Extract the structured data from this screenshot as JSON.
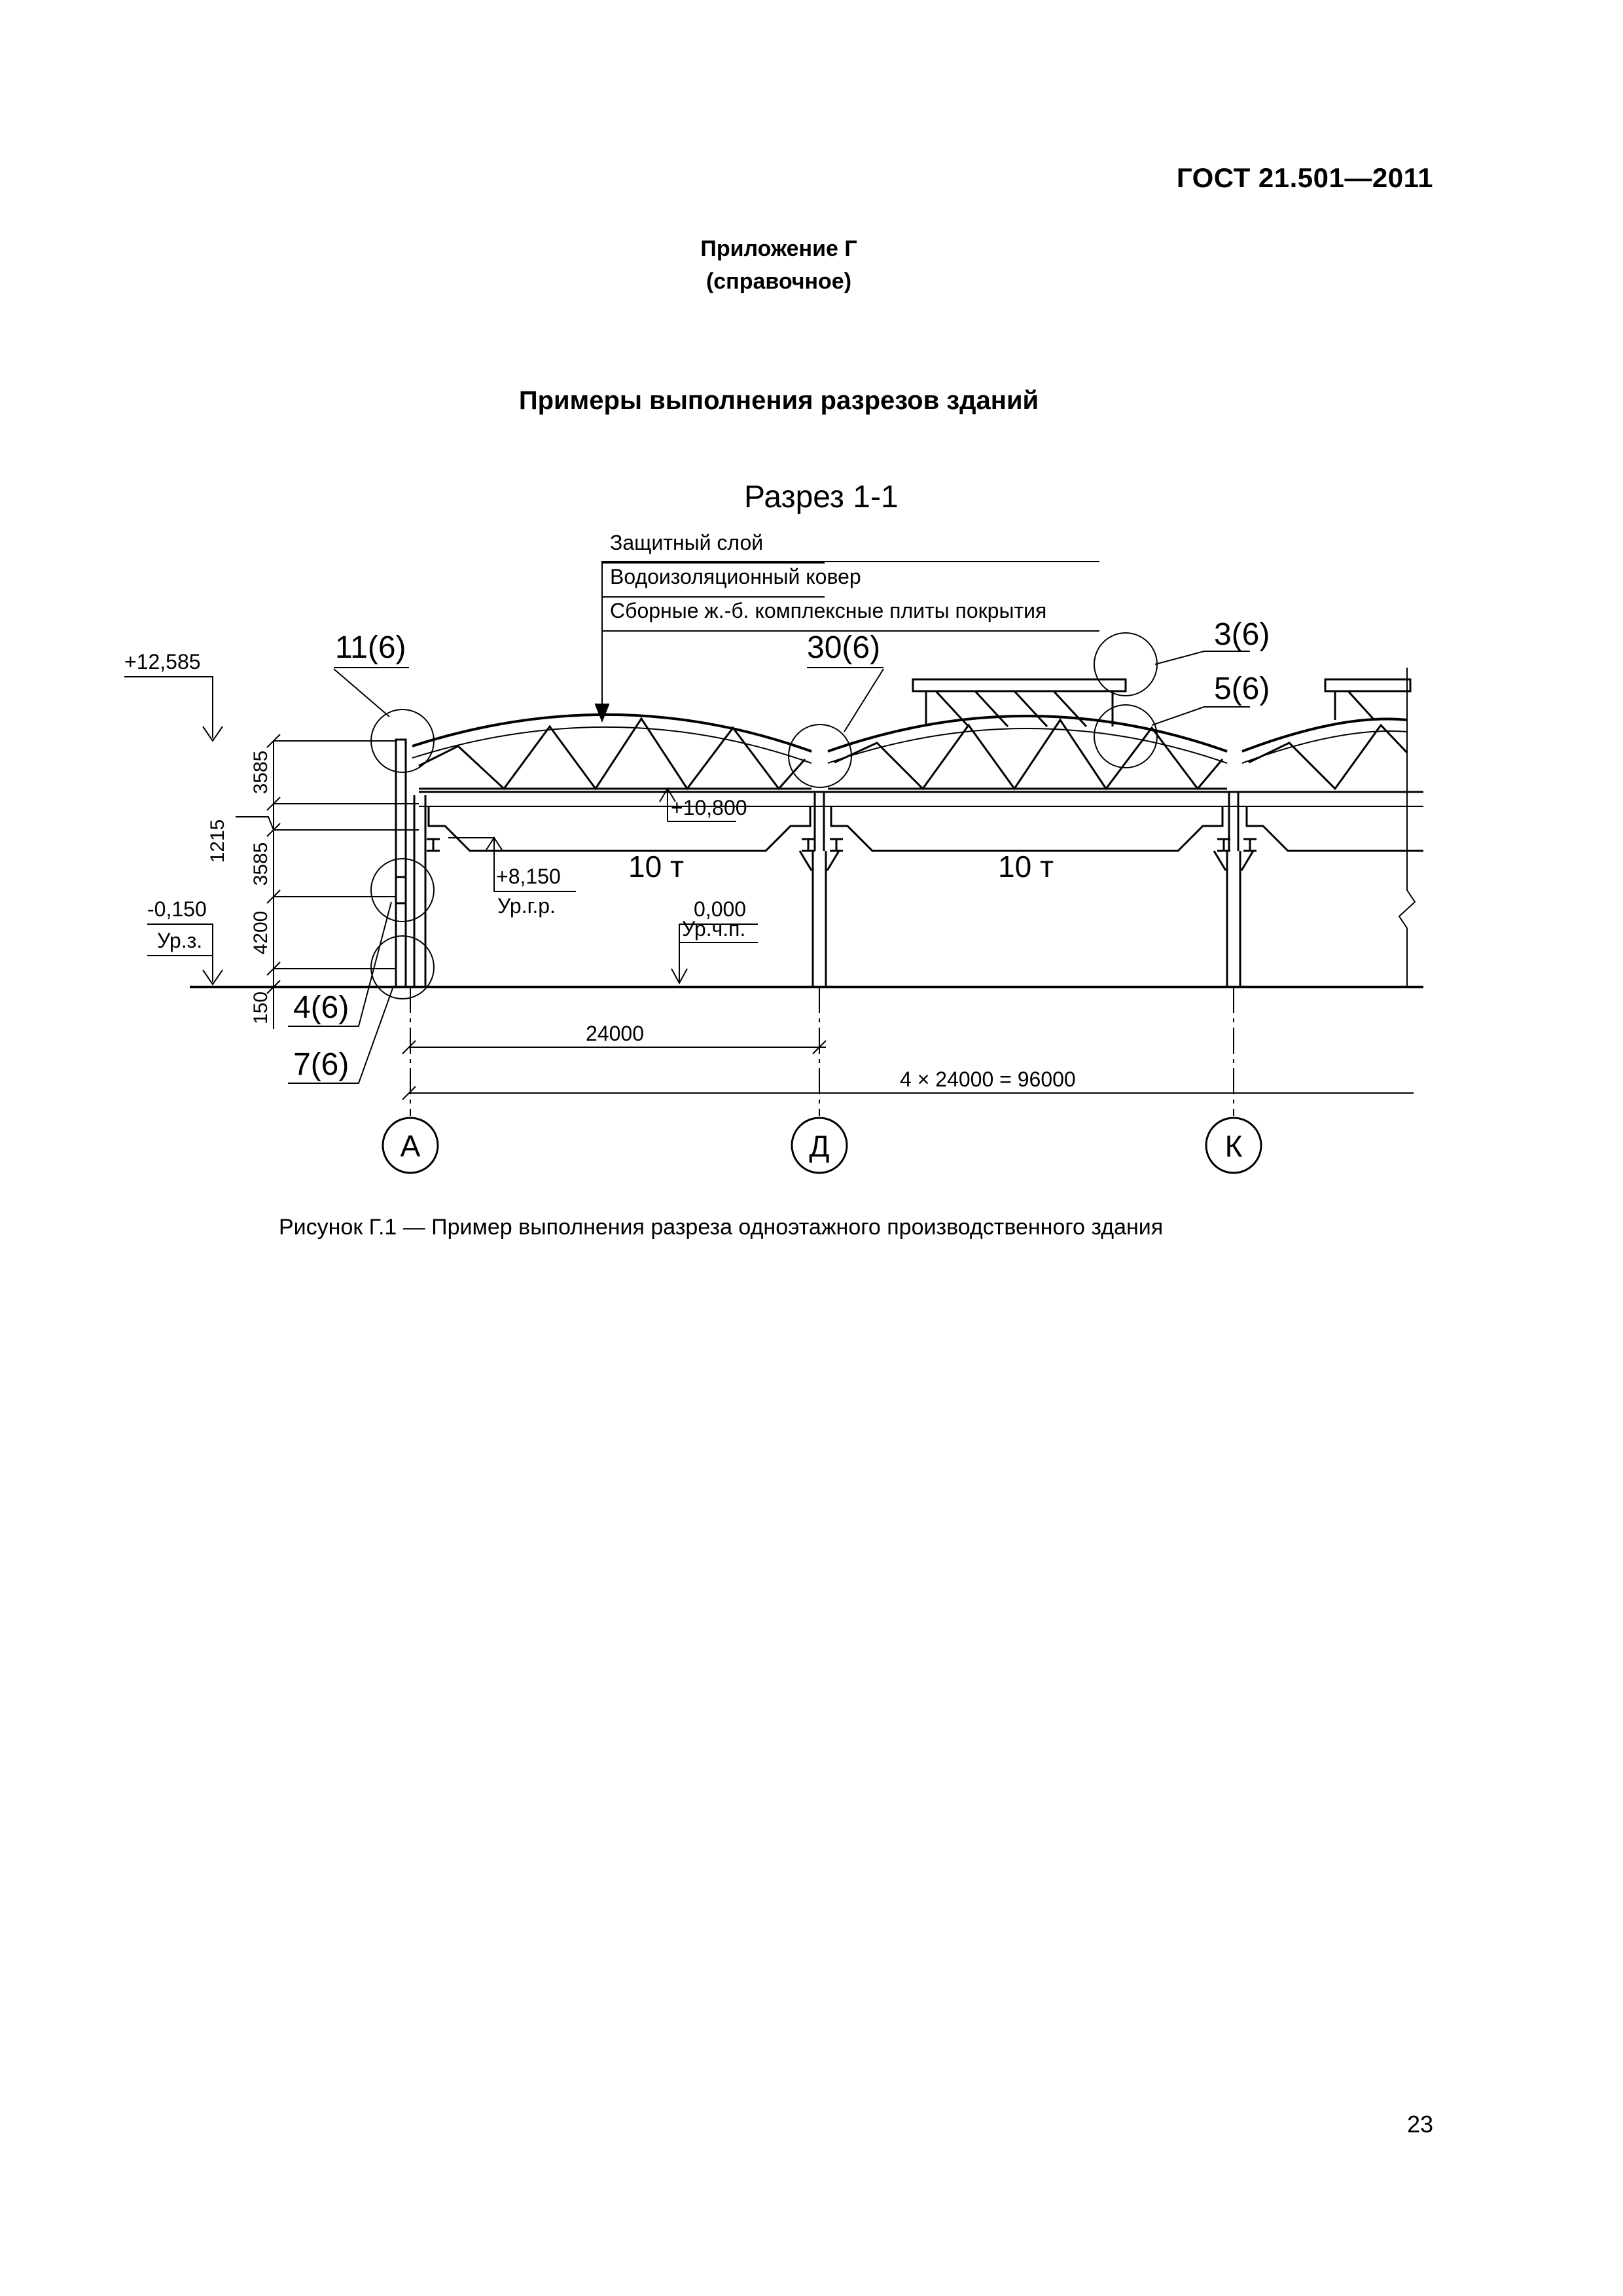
{
  "header": {
    "doc_code": "ГОСТ 21.501—2011"
  },
  "appendix": {
    "title": "Приложение Г",
    "type": "(справочное)"
  },
  "section_title": "Примеры выполнения разрезов зданий",
  "figure": {
    "section_label": "Разрез 1-1",
    "roof_layers": [
      "Защитный слой",
      "Водоизоляционный ковер",
      "Сборные ж.-б. комплексные плиты покрытия"
    ],
    "node_refs": {
      "left_top": "11(6)",
      "middle_top": "30(6)",
      "right_top_1": "3(6)",
      "right_top_2": "5(6)",
      "left_low_1": "4(6)",
      "left_low_2": "7(6)"
    },
    "levels": {
      "top": "+12,585",
      "ground_val": "-0,150",
      "ground_label": "Ур.з.",
      "truss": "+10,800",
      "crane_val": "+8,150",
      "crane_label": "Ур.г.р.",
      "floor_val": "0,000",
      "floor_label": "Ур.ч.п."
    },
    "vertical_dims": [
      "3585",
      "1215",
      "3585",
      "4200",
      "150"
    ],
    "crane_loads": [
      "10 т",
      "10 т"
    ],
    "dimensions": {
      "span": "24000",
      "total": "4 × 24000 = 96000"
    },
    "axes": [
      "А",
      "Д",
      "К"
    ],
    "caption": "Рисунок  Г.1 — Пример выполнения разреза одноэтажного производственного здания"
  },
  "page_number": "23"
}
